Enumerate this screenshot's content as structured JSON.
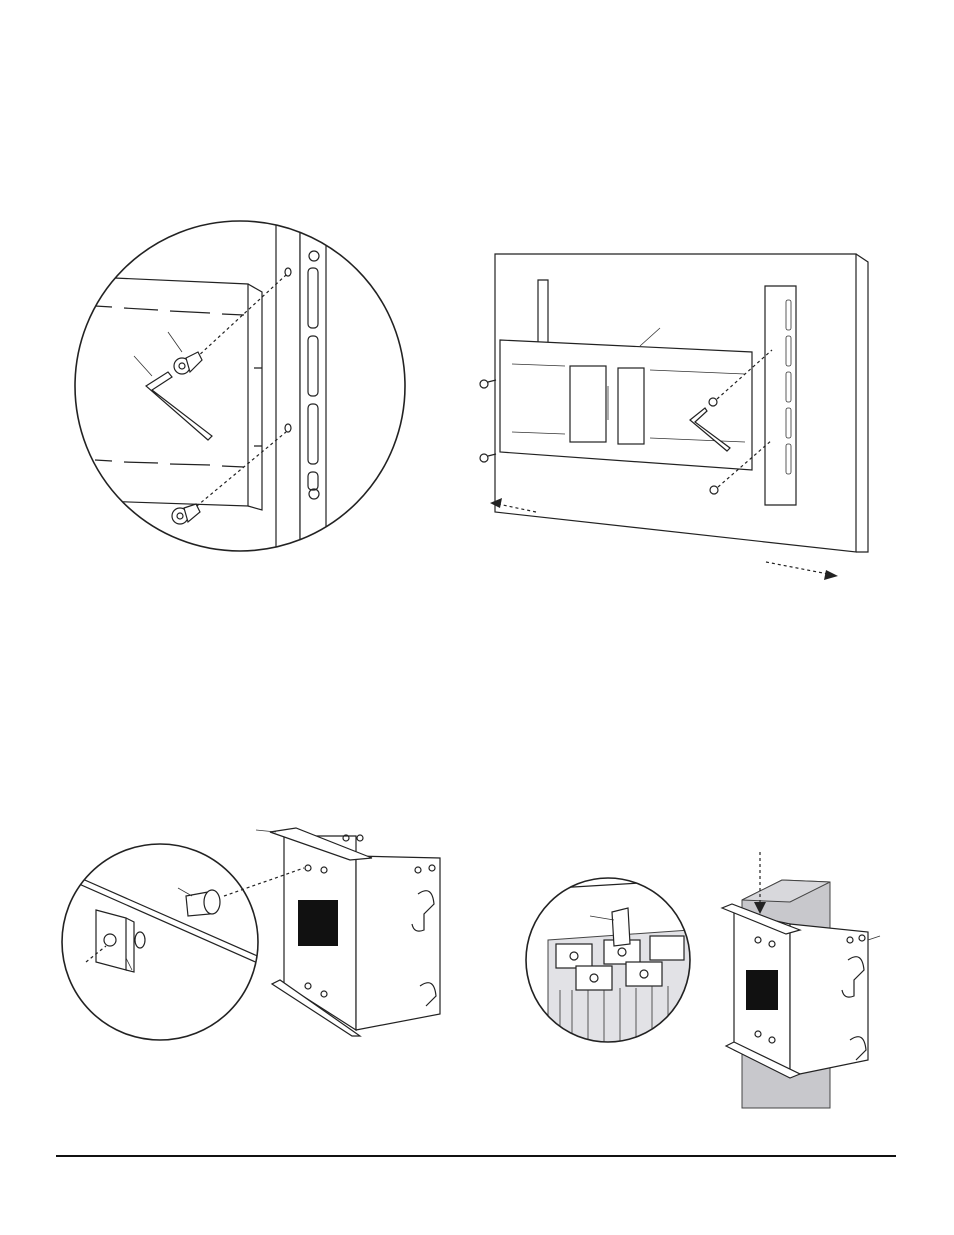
{
  "page": {
    "description_free": true
  },
  "figures": [
    {
      "id": "fig-1-detail"
    },
    {
      "id": "fig-2-display-rear"
    },
    {
      "id": "fig-3-bracket-detail"
    },
    {
      "id": "fig-4-bracket-on-post"
    }
  ],
  "colors": {
    "line": "#222222",
    "post_fill": "#c8c8cc",
    "background": "#ffffff"
  }
}
